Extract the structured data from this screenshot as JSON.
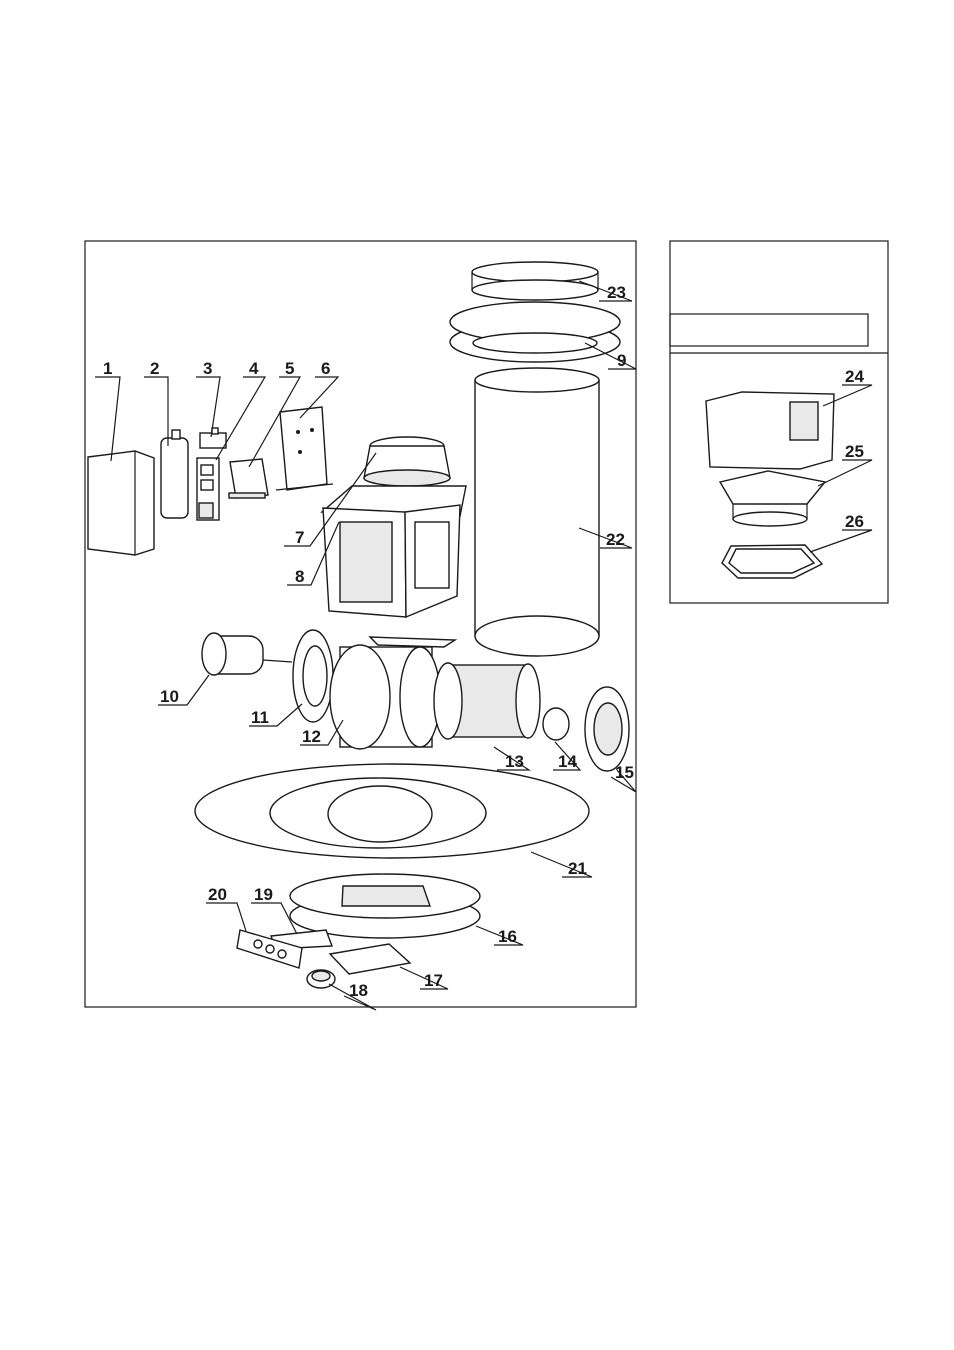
{
  "diagram": {
    "main_panel": {
      "callouts": [
        "1",
        "2",
        "3",
        "4",
        "5",
        "6",
        "7",
        "8",
        "9",
        "10",
        "11",
        "12",
        "13",
        "14",
        "15",
        "16",
        "17",
        "18",
        "19",
        "20",
        "21",
        "22",
        "23"
      ]
    },
    "side_panel": {
      "title": "",
      "label_box": "",
      "callouts": [
        "24",
        "25",
        "26"
      ]
    }
  },
  "colors": {
    "line": "#1a1a1a",
    "background": "#ffffff",
    "shade": "#e9e9e9"
  }
}
